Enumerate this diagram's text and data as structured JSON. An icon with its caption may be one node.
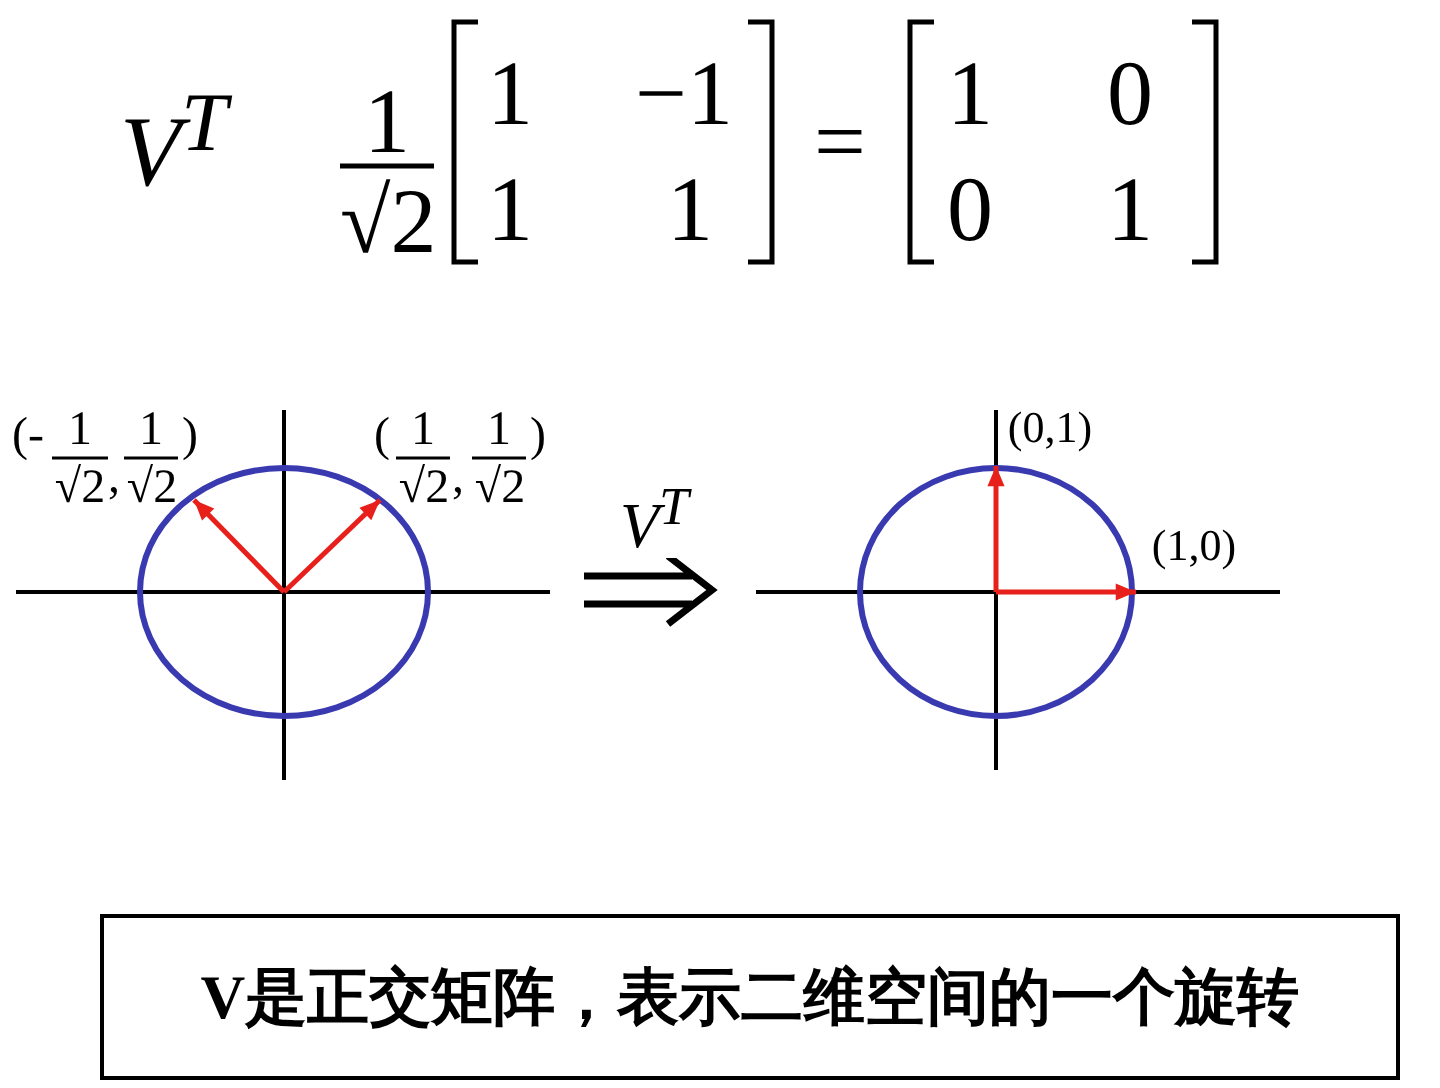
{
  "diagram": {
    "nodes": [
      {
        "text": [],
        "shape": "picture"
      },
      {
        "text": [],
        "shape": "picture"
      },
      {
        "text": [
          "V是正交矩阵，表示二维空间的一个旋转"
        ]
      }
    ],
    "edges": [
      {
        "from": 0,
        "to": 1,
        "arrow": "to",
        "label": "V$^{T}$"
      }
    ],
    "labels": [
      "V$^{T}$",
      "1",
      "√2",
      "1",
      "−1",
      "1",
      "1",
      "=",
      "1",
      "0",
      "0",
      "1",
      "(-",
      "1",
      "√2",
      ",",
      "1",
      "√2",
      ")",
      "(",
      "1",
      "√2",
      ",",
      "1",
      "√2",
      ")",
      "(0,1)",
      "(1,0)"
    ]
  }
}
